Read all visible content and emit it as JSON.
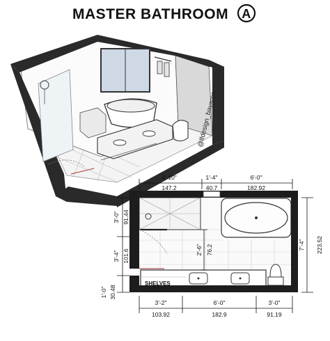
{
  "title": "MASTER BATHROOM",
  "badge": "A",
  "credit": "@lfdesign_bayarea",
  "top_dims": [
    {
      "imperial": "4'-10\"",
      "metric": "147.2"
    },
    {
      "imperial": "1'-4\"",
      "metric": "40.7"
    },
    {
      "imperial": "6'-0\"",
      "metric": "182.92"
    }
  ],
  "bottom_dims": [
    {
      "imperial": "3'-2\"",
      "metric": "103.92"
    },
    {
      "imperial": "6'-0\"",
      "metric": "182.9"
    },
    {
      "imperial": "3'-0\"",
      "metric": "91.19"
    }
  ],
  "left_dims": [
    {
      "imperial": "3'-0\"",
      "metric": "91.44"
    },
    {
      "imperial": "3'-4\"",
      "metric": "101.6"
    },
    {
      "imperial": "1'-0\"",
      "metric": "30.48"
    }
  ],
  "inner_dim": {
    "imperial": "2'-6\"",
    "metric": "76.2"
  },
  "right_dim": {
    "imperial": "7'-4\"",
    "metric": "223.52"
  },
  "shelves_label": "SHELVES",
  "colors": {
    "ink": "#111111",
    "floor": "#f2f2f2",
    "wall_top": "#2a2a2a"
  }
}
